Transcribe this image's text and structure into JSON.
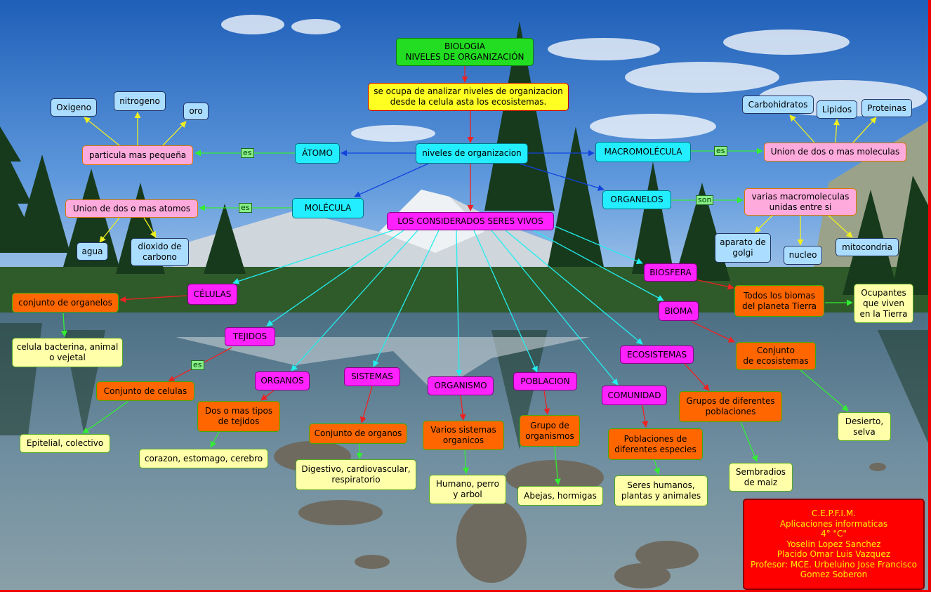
{
  "diagram": {
    "nodes": {
      "title": "BIOLOGIA\nNIVELES DE ORGANIZACIÓN",
      "definition": "se ocupa de analizar niveles de organizacion\ndesde la celula asta los ecosistemas.",
      "niveles": "niveles de organizacion",
      "atomo": "ÁTOMO",
      "particula": "particula mas pequeña",
      "oxigeno": "Oxigeno",
      "nitrogeno": "nitrogeno",
      "oro": "oro",
      "molecula": "MOLÉCULA",
      "union_atomos": "Union de dos o mas atomos",
      "agua": "agua",
      "dioxido": "dioxido de\ncarbono",
      "macromolecula": "MACROMOLÉCULA",
      "union_moleculas": "Union de dos o mas moleculas",
      "carbohidratos": "Carbohidratos",
      "lipidos": "Lipidos",
      "proteinas": "Proteinas",
      "organelos": "ORGANELOS",
      "varias_macro": "varias macromoleculas\nunidas entre si",
      "golgi": "aparato de\ngolgi",
      "nucleo": "nucleo",
      "mitocondria": "mitocondria",
      "seres_vivos": "LOS CONSIDERADOS SERES VIVOS",
      "celulas": "CÉLULAS",
      "conjunto_organelos": "conjunto de organelos",
      "celula_ejemplos": "celula bacterina, animal\no vejetal",
      "tejidos": "TEJIDOS",
      "conjunto_celulas": "Conjunto de celulas",
      "epitelial": "Epitelial, colectivo",
      "organos": "ORGANOS",
      "dos_tejidos": "Dos o mas tipos\nde tejidos",
      "corazon": "corazon, estomago, cerebro",
      "sistemas": "SISTEMAS",
      "conjunto_organos": "Conjunto de organos",
      "digestivo": "Digestivo, cardiovascular,\nrespiratorio",
      "organismo": "ORGANISMO",
      "varios_sistemas": "Varios sistemas\norganicos",
      "humano": "Humano, perro\ny arbol",
      "poblacion": "POBLACION",
      "grupo_organismos": "Grupo de\norganismos",
      "abejas": "Abejas, hormigas",
      "comunidad": "COMUNIDAD",
      "poblaciones_especies": "Poblaciones de\ndiferentes especies",
      "seres_humanos": "Seres humanos,\nplantas y animales",
      "ecosistemas": "ECOSISTEMAS",
      "grupos_poblaciones": "Grupos de diferentes\npoblaciones",
      "sembradios": "Sembradios\nde maiz",
      "bioma": "BIOMA",
      "conjunto_ecosistemas": "Conjunto\nde ecosistemas",
      "desierto": "Desierto,\nselva",
      "biosfera": "BIOSFERA",
      "todos_biomas": "Todos los biomas\ndel planeta Tierra",
      "ocupantes": "Ocupantes\nque viven\nen la Tierra"
    },
    "link_labels": {
      "es": "es",
      "son": "son"
    },
    "colors": {
      "red_arrow": "#ee2222",
      "blue_arrow": "#1144dd",
      "cyan_arrow": "#22eeee",
      "green_arrow": "#33ee33",
      "yellow_arrow": "#eeee22"
    }
  },
  "credits": {
    "school": "C.E.P.F.I.M.",
    "course": "Aplicaciones informaticas",
    "group": "4° \"C\"",
    "author1": "Yoselin Lopez Sanchez",
    "author2": "Placido Omar Luis Vazquez",
    "teacher": "Profesor: MCE. Urbeluino Jose Francisco",
    "teacher2": "Gomez Soberon"
  }
}
